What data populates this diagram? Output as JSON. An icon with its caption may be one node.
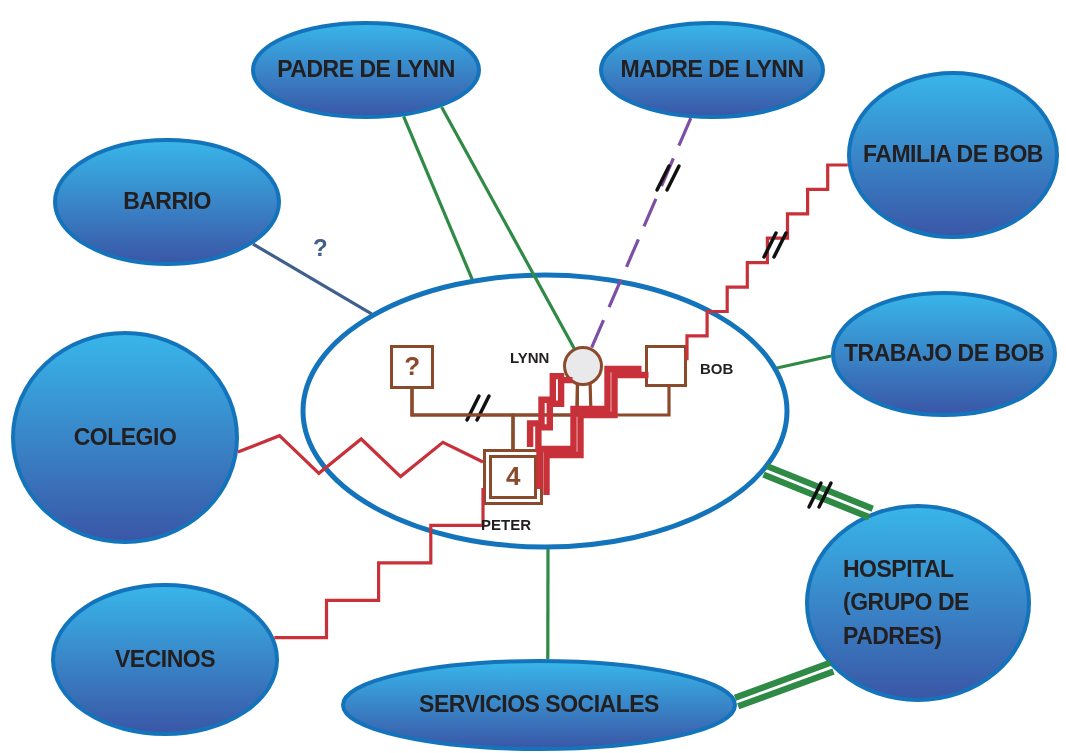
{
  "diagram": {
    "nodes": [
      {
        "text": [
          "PADRE DE LYNN"
        ]
      },
      {
        "text": [
          "MADRE DE LYNN"
        ]
      },
      {
        "text": [
          "FAMILIA DE BOB"
        ]
      },
      {
        "text": [
          "BARRIO"
        ]
      },
      {
        "text": [],
        "shape": "ellipse"
      },
      {
        "text": [
          "?"
        ],
        "in": 4
      },
      {
        "text": [],
        "shape": "circle",
        "in": 4,
        "beside": [
          "LYNN"
        ]
      },
      {
        "text": [],
        "shape": "box",
        "in": 4,
        "beside": [
          "BOB"
        ]
      },
      {
        "text": [
          "4"
        ],
        "in": 4,
        "beside": [
          "PETER"
        ]
      },
      {
        "text": [
          "TRABAJO DE BOB"
        ]
      },
      {
        "text": [
          "COLEGIO"
        ]
      },
      {
        "text": [
          "HOSPITAL (GRUPO DE PADRES)"
        ]
      },
      {
        "text": [
          "VECINOS"
        ]
      },
      {
        "text": [
          "SERVICIOS SOCIALES"
        ]
      }
    ],
    "edges": [
      {
        "from": 0,
        "to": 4,
        "arrow": "none",
        "color": "#2f8a45"
      },
      {
        "from": 0,
        "to": 6,
        "arrow": "none",
        "color": "#2f8a45"
      },
      {
        "from": 1,
        "to": 6,
        "arrow": "none",
        "style": "dashed",
        "color": "#7d4ea3"
      },
      {
        "from": 2,
        "to": 7,
        "arrow": "none",
        "color": "#c8313a"
      },
      {
        "from": 3,
        "to": 4,
        "arrow": "none",
        "label": "?",
        "color": "#3f5f8c"
      },
      {
        "from": 9,
        "to": 4,
        "arrow": "none",
        "color": "#2f8a45"
      },
      {
        "from": 10,
        "to": 8,
        "arrow": "none",
        "color": "#c8313a"
      },
      {
        "from": 11,
        "to": 4,
        "arrow": "none",
        "style": "thick",
        "color": "#2f8a45"
      },
      {
        "from": 12,
        "to": 8,
        "arrow": "none",
        "color": "#c8313a"
      },
      {
        "from": 13,
        "to": 4,
        "arrow": "none",
        "color": "#2f8a45"
      },
      {
        "from": 11,
        "to": 13,
        "arrow": "none",
        "style": "thick",
        "color": "#2f8a45"
      },
      {
        "from": 5,
        "to": 6,
        "arrow": "none",
        "color": "#8b4a2b"
      },
      {
        "from": 6,
        "to": 7,
        "arrow": "none",
        "color": "#8b4a2b"
      },
      {
        "from": 5,
        "to": 8,
        "arrow": "none",
        "color": "#8b4a2b"
      },
      {
        "from": 6,
        "to": 8,
        "arrow": "none",
        "color": "#8b4a2b"
      },
      {
        "from": 6,
        "to": 8,
        "arrow": "none",
        "style": "thick",
        "color": "#c8313a"
      },
      {
        "from": 7,
        "to": 8,
        "arrow": "none",
        "style": "thick",
        "color": "#c8313a"
      }
    ]
  }
}
